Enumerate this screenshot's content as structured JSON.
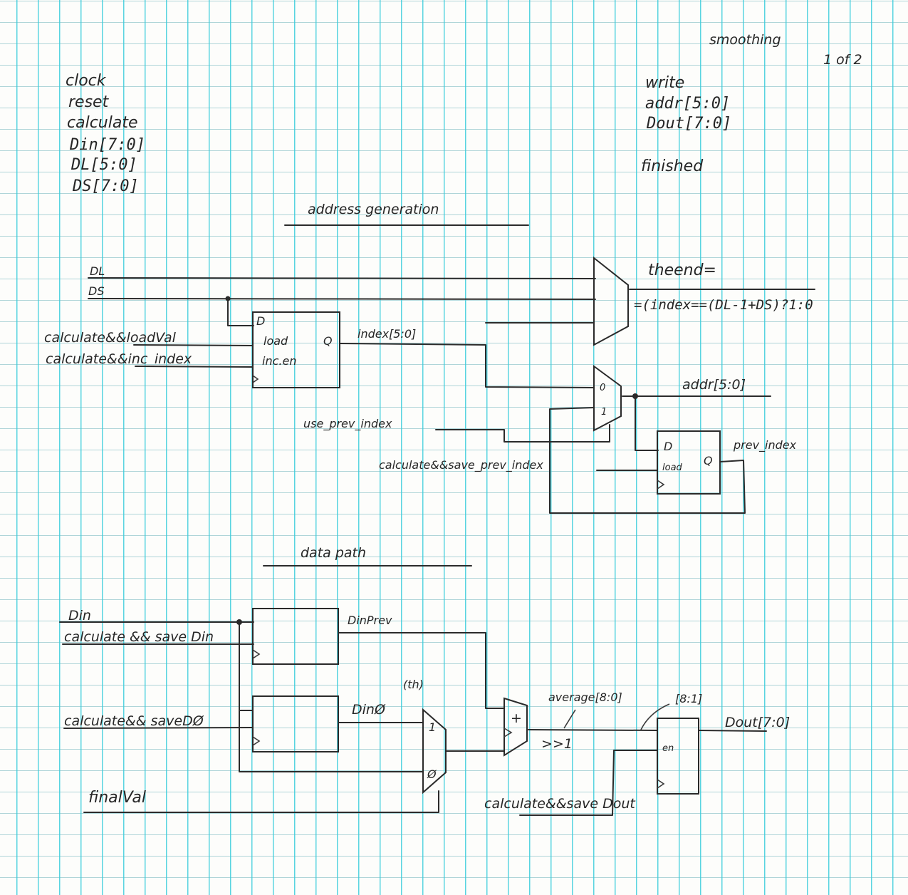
{
  "page": {
    "title": "smoothing",
    "page_number": "1 of 2"
  },
  "inputs": [
    "clock",
    "reset",
    "calculate",
    "Din[7:0]",
    "DL[5:0]",
    "DS[7:0]"
  ],
  "outputs": [
    "write",
    "addr[5:0]",
    "Dout[7:0]",
    "finished"
  ],
  "address_generation": {
    "heading": "address generation",
    "signals": {
      "dl": "DL",
      "ds": "DS",
      "load_val": "calculate&&loadVal",
      "inc_index": "calculate&&inc_index",
      "index": "index[5:0]",
      "use_prev_index": "use_prev_index",
      "save_prev_index": "calculate&&save_prev_index",
      "addr": "addr[5:0]",
      "prev_index": "prev_index"
    },
    "counter_register": {
      "d": "D",
      "load": "load",
      "q": "Q",
      "inc_en": "inc.en"
    },
    "prev_register": {
      "d": "D",
      "load": "load",
      "q": "Q"
    },
    "addr_mux": {
      "in0": "0",
      "in1": "1"
    },
    "theend_label": "theend=",
    "theend_expr": "=(index==(DL-1+DS)?1:0"
  },
  "data_path": {
    "heading": "data path",
    "signals": {
      "din": "Din",
      "save_din": "calculate && save Din",
      "din_prev": "DinPrev",
      "save_d0": "calculate&& saveDØ",
      "din0": "DinØ",
      "din0_sup": "(th)",
      "final_val": "finalVal",
      "average": "average[8:0]",
      "shift": ">>1",
      "slice": "[8:1]",
      "save_dout": "calculate&&save Dout",
      "dout": "Dout[7:0]"
    },
    "adder": {
      "op": "+"
    },
    "data_mux": {
      "in1": "1",
      "in0": "Ø"
    },
    "out_register": {
      "en": "en"
    }
  },
  "colors": {
    "paper": "#fdfdfb",
    "grid": "#3ccddc",
    "ink": "#2b2b2b"
  }
}
